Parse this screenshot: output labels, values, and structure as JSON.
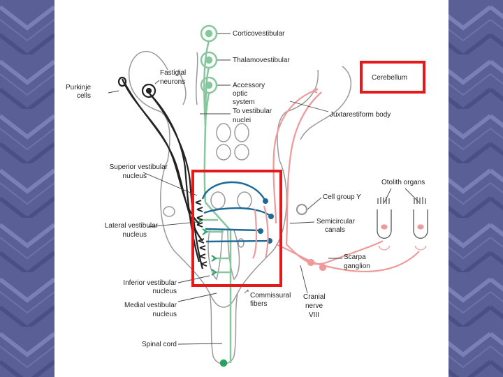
{
  "labels": {
    "corticovestibular": "Corticovestibular",
    "thalamovestibular": "Thalamovestibular",
    "accessory_optic": [
      "Accessory",
      "optic",
      "system"
    ],
    "to_vestibular_nuclei": [
      "To vestibular",
      "nuclei"
    ],
    "cerebellum": "Cerebellum",
    "juxtarestiform": "Juxtarestiform body",
    "purkinje": [
      "Purkinje",
      "cells"
    ],
    "fastigial": [
      "Fastigial",
      "neurons"
    ],
    "superior_vestibular": [
      "Superior vestibular",
      "nucleus"
    ],
    "lateral_vestibular": [
      "Lateral vestibular",
      "nucleus"
    ],
    "inferior_vestibular": [
      "Inferior vestibular",
      "nucleus"
    ],
    "medial_vestibular": [
      "Medial vestibular",
      "nucleus"
    ],
    "spinal_cord": "Spinal cord",
    "otolith_organs": "Otolith organs",
    "cell_group_y": "Cell group Y",
    "semicircular_canals": [
      "Semicircular",
      "canals"
    ],
    "scarpa_ganglion": [
      "Scarpa",
      "ganglion"
    ],
    "commissural_fibers": [
      "Commissural",
      "fibers"
    ],
    "cranial_nerve": [
      "Cranial",
      "nerve",
      "VIII"
    ]
  },
  "colors": {
    "green_pathway": "#86c79e",
    "blue_pathway": "#1c6b96",
    "pink_pathway": "#ef9a9a",
    "purkinje_black": "#222222",
    "outline_gray": "#9a9a9a",
    "highlight_red": "#e3191c",
    "slide_blue": "#5a5f96"
  }
}
